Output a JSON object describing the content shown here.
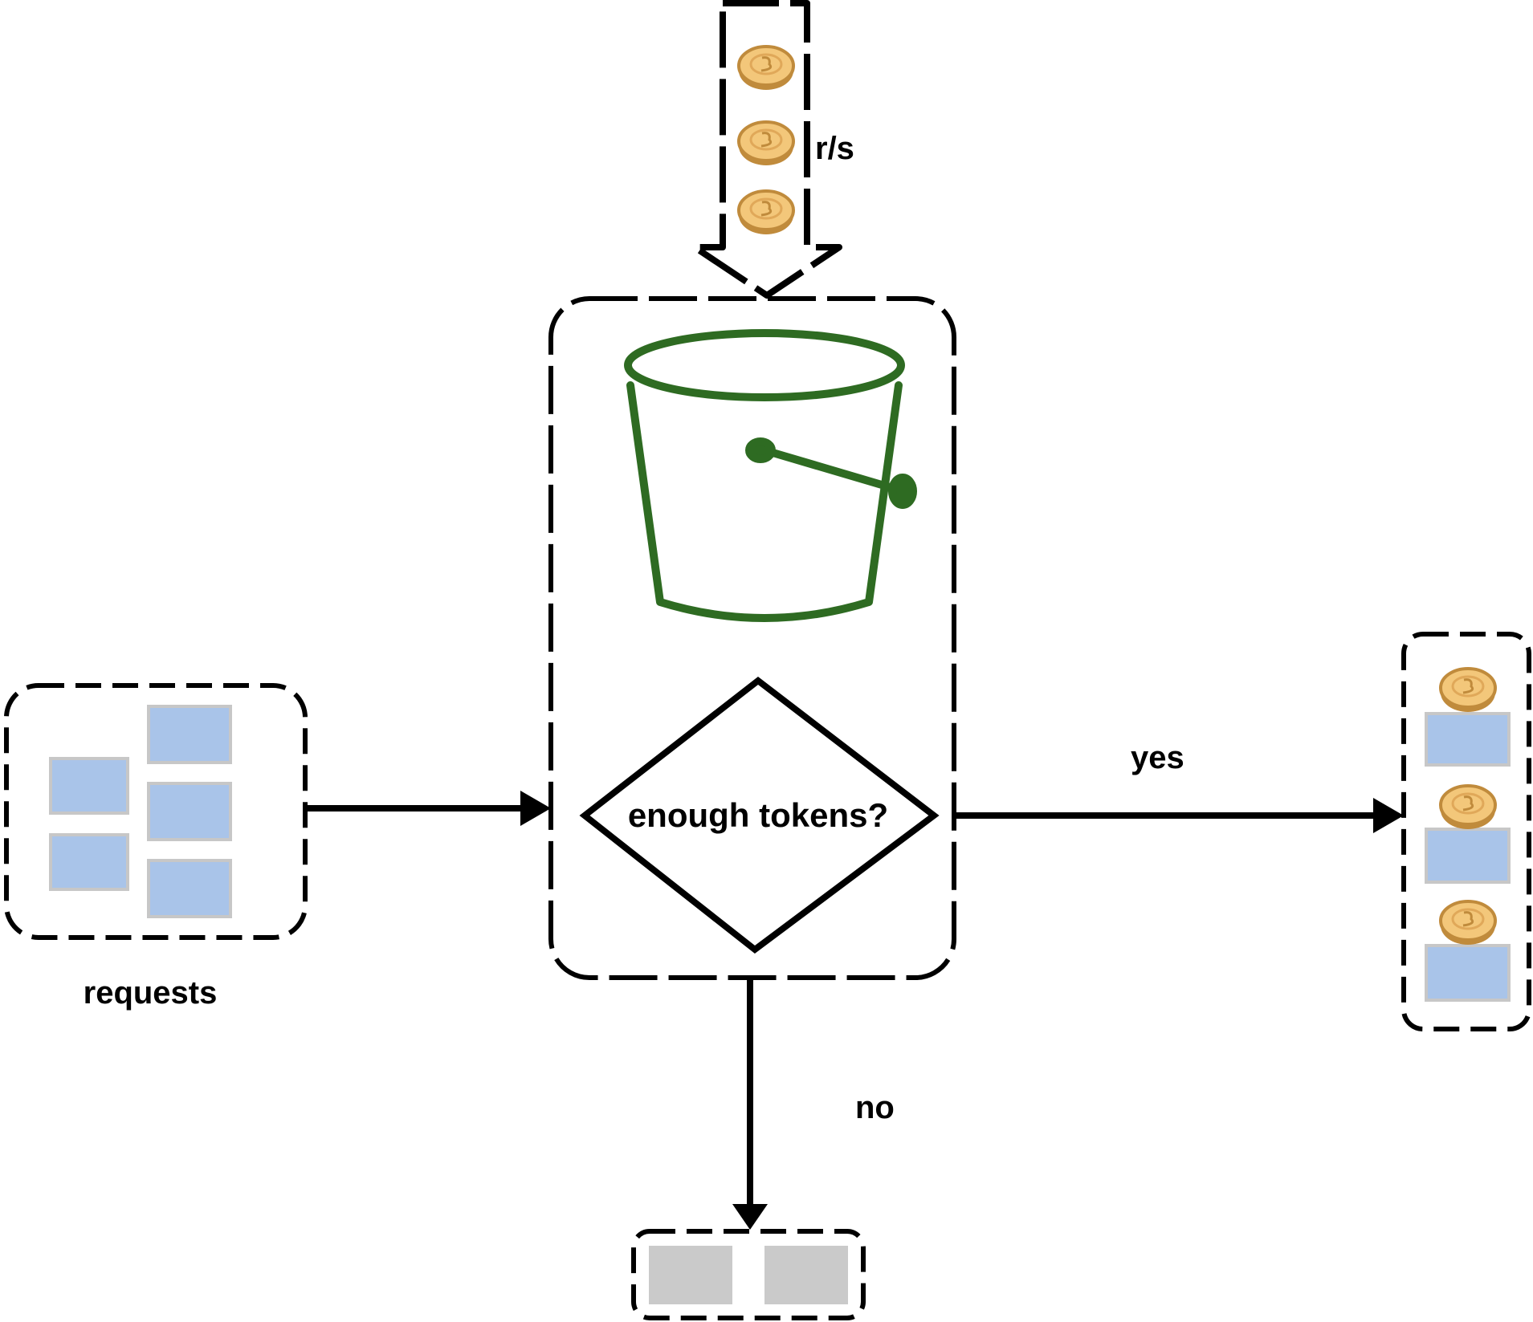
{
  "labels": {
    "token_refill": "r/s",
    "condition": "enough tokens?",
    "requests": "requests",
    "yes": "yes",
    "no": "no"
  },
  "colors": {
    "stroke": "#000000",
    "bucket": "#2e6b22",
    "coin_fill": "#f3c77a",
    "coin_edge": "#c08b3c",
    "request_block": "#a9c4e9",
    "request_block_edge": "#c7c7c7",
    "dropped_block": "#cacaca",
    "background": "#ffffff"
  },
  "icons": {
    "coin": "coin-icon",
    "bucket": "bucket-icon",
    "request": "request-block-icon",
    "dropped": "dropped-request-icon"
  }
}
